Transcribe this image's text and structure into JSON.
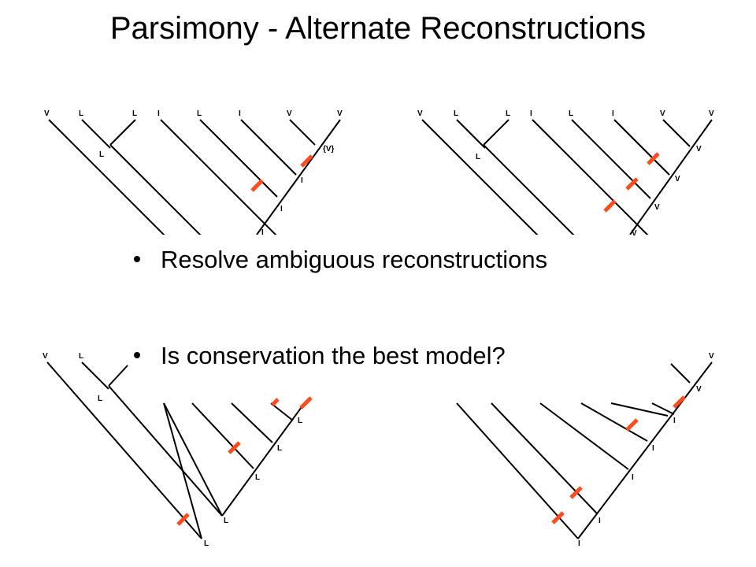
{
  "title": "Parsimony - Alternate Reconstructions",
  "bullets": [
    "Resolve ambiguous reconstructions",
    "Is conservation the best model?"
  ],
  "colors": {
    "branch": "#000000",
    "mutation": "#ff4a1c"
  },
  "trees": [
    {
      "leaves": [
        "V",
        "L",
        "L",
        "I",
        "L",
        "I",
        "V",
        "V"
      ],
      "internal": [
        "L",
        "{V}",
        "I",
        "I",
        "I"
      ]
    },
    {
      "leaves": [
        "V",
        "L",
        "L",
        "I",
        "L",
        "I",
        "V",
        "V"
      ],
      "internal": [
        "L",
        "V",
        "V",
        "V",
        "V"
      ]
    },
    {
      "leaves": [
        "V",
        "L"
      ],
      "internal": [
        "L",
        "L",
        "L",
        "L",
        "L",
        "L"
      ]
    },
    {
      "leaves": [
        "V"
      ],
      "internal": [
        "V",
        "I",
        "I",
        "I",
        "I",
        "I"
      ]
    }
  ]
}
